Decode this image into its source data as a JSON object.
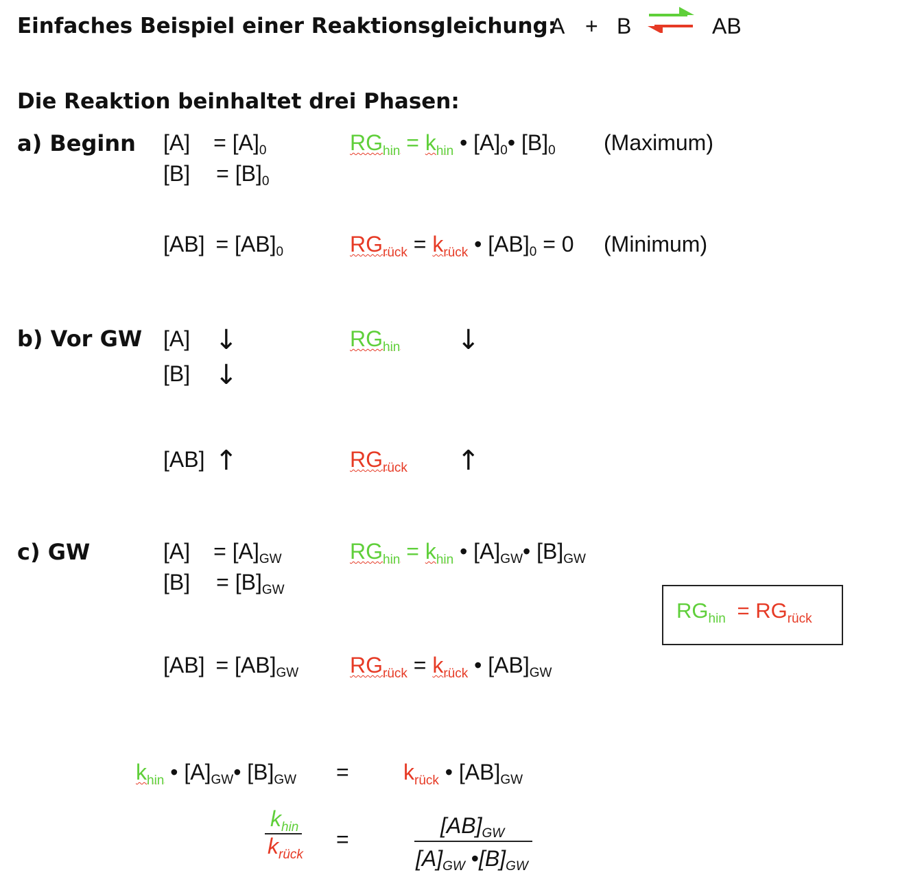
{
  "header": {
    "title": "Einfaches Beispiel einer Reaktionsgleichung:",
    "reactant_a": "A",
    "plus": "+",
    "reactant_b": "B",
    "product": "AB"
  },
  "intro": "Die Reaktion beinhaltet drei Phasen:",
  "symbols": {
    "rg": "RG",
    "hin": "hin",
    "rueck": "rück",
    "k": "k",
    "dot": "•",
    "eq": "=",
    "zero": "0",
    "gw": "GW",
    "A": "[A]",
    "B": "[B]",
    "AB": "[AB]",
    "down": "↓",
    "up": "↑",
    "min_val": "= 0"
  },
  "phases": {
    "a": {
      "label": "a) Beginn",
      "note_max": "(Maximum)",
      "note_min": "(Minimum)"
    },
    "b": {
      "label": "b) Vor GW"
    },
    "c": {
      "label": "c) GW"
    }
  },
  "colors": {
    "green": "#5fcf3a",
    "red": "#e63a25"
  }
}
